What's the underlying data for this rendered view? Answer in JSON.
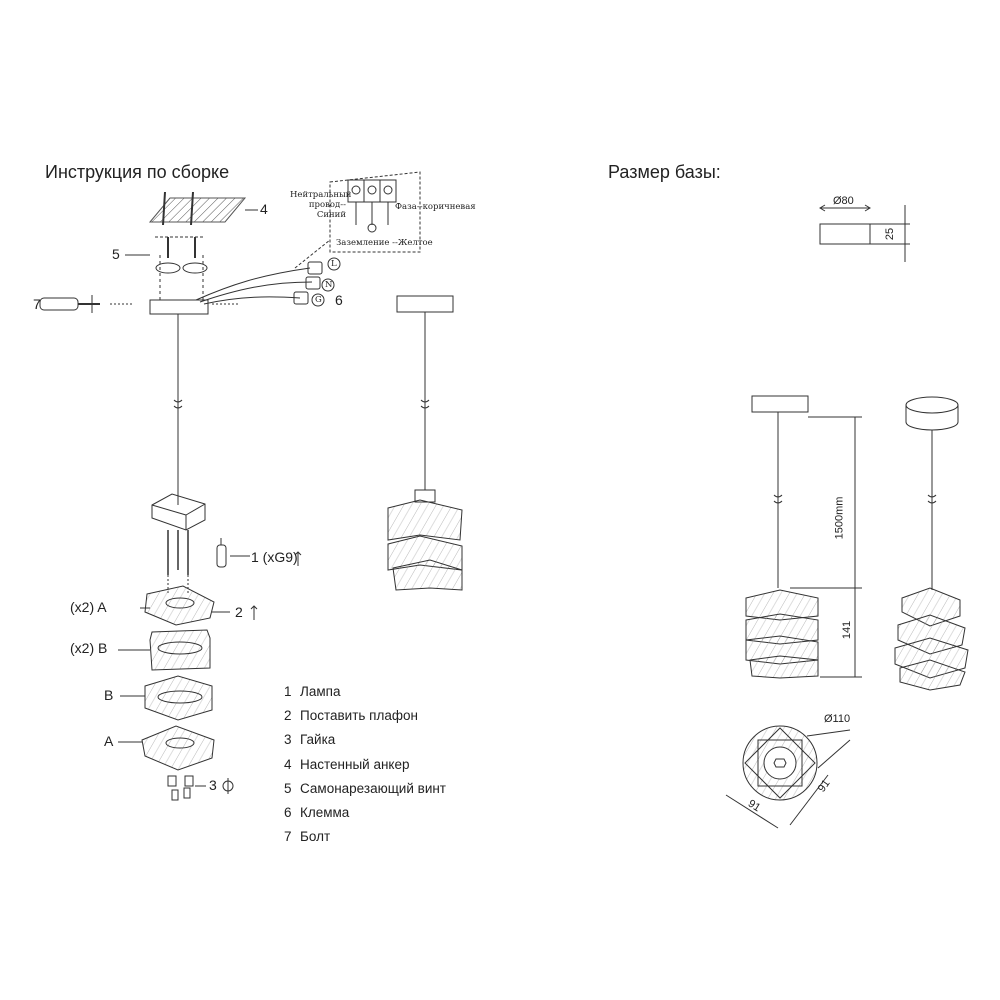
{
  "titles": {
    "assembly": "Инструкция по сборке",
    "base_size": "Размер базы:"
  },
  "callouts": {
    "c1": "1 (xG9)",
    "c2": "2",
    "c3": "3",
    "c4": "4",
    "c5": "5",
    "c6": "6",
    "c7": "7",
    "a_x2": "(x2) A",
    "b_x2": "(x2) B",
    "b": "B",
    "a": "A"
  },
  "wiring": {
    "neutral_line1": "Нейтральный",
    "neutral_line2": "провод--Синий",
    "phase": "Фаза--коричневая",
    "ground": "Заземление --Желтое",
    "terminal_l": "L",
    "terminal_n": "N",
    "terminal_g": "G"
  },
  "legend": [
    {
      "num": "1",
      "text": "Лампа"
    },
    {
      "num": "2",
      "text": "Поставить плафон"
    },
    {
      "num": "3",
      "text": "Гайка"
    },
    {
      "num": "4",
      "text": "Настенный анкер"
    },
    {
      "num": "5",
      "text": "Самонарезающий винт"
    },
    {
      "num": "6",
      "text": "Клемма"
    },
    {
      "num": "7",
      "text": "Болт"
    }
  ],
  "dimensions": {
    "base_diameter": "Ø80",
    "base_height": "25",
    "cable_length": "1500mm",
    "shade_height": "141",
    "shade_diameter": "Ø110",
    "shade_width_a": "91",
    "shade_width_b": "91"
  }
}
